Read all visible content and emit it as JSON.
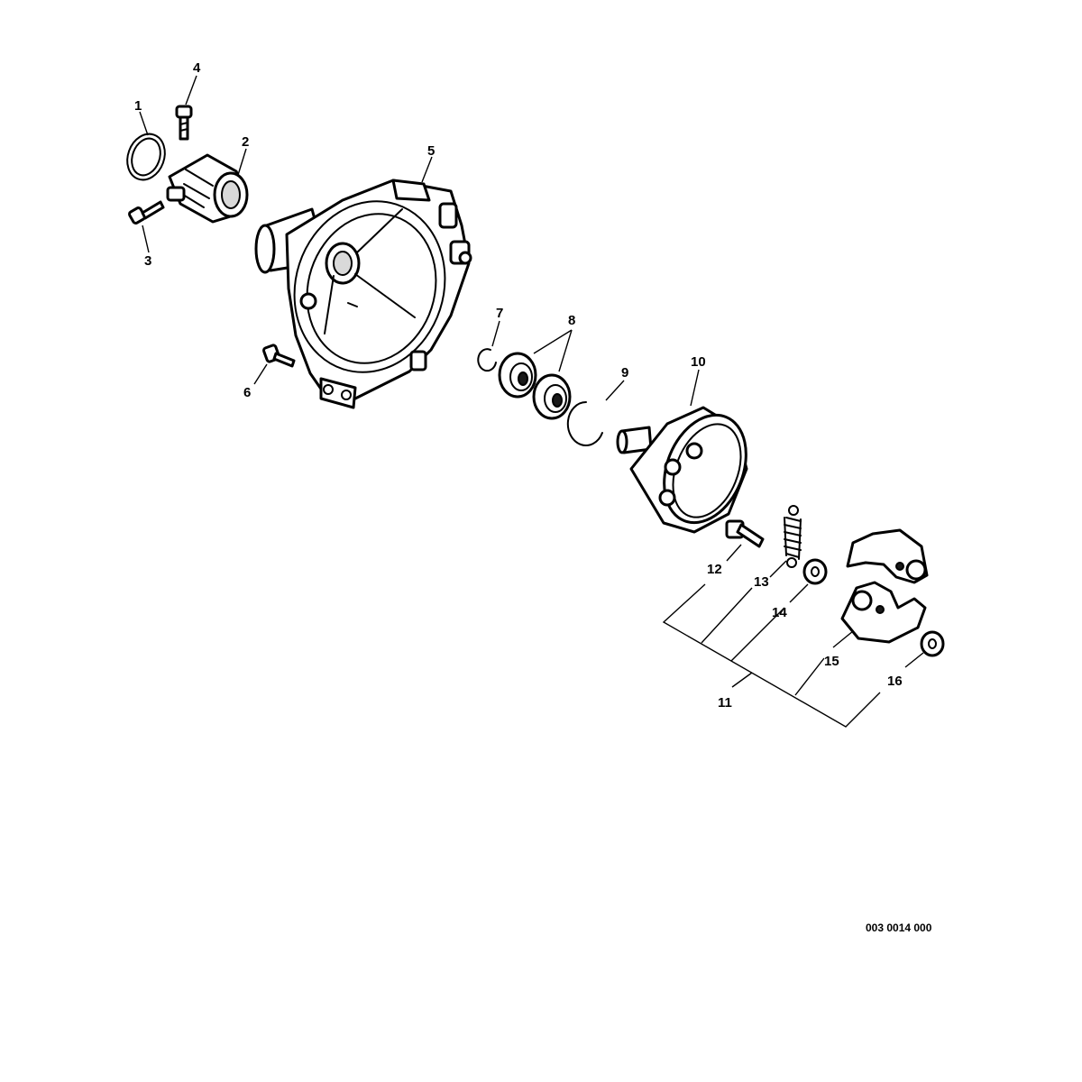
{
  "callouts": {
    "c1": "1",
    "c2": "2",
    "c3": "3",
    "c4": "4",
    "c5": "5",
    "c6": "6",
    "c7": "7",
    "c8": "8",
    "c9": "9",
    "c10": "10",
    "c11": "11",
    "c12": "12",
    "c13": "13",
    "c14": "14",
    "c15": "15",
    "c16": "16"
  },
  "drawing_number": "003 0014 000"
}
